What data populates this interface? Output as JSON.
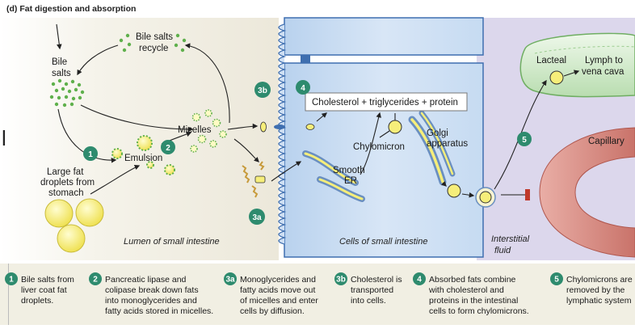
{
  "panel_title": "(d) Fat digestion and absorption",
  "labels": {
    "bile_salts_recycle": [
      "Bile salts",
      "recycle"
    ],
    "bile_salts": [
      "Bile",
      "salts"
    ],
    "micelles": "Micelles",
    "emulsion": "Emulsion",
    "large_fat": [
      "Large fat",
      "droplets from",
      "stomach"
    ],
    "lumen": "Lumen of small intestine",
    "cells": "Cells of small intestine",
    "interstitial": [
      "Interstitial",
      "fluid"
    ],
    "cholesterol_box": "Cholesterol + triglycerides + protein",
    "chylomicron": "Chylomicron",
    "golgi": [
      "Golgi",
      "apparatus"
    ],
    "smooth_er": [
      "Smooth",
      "ER"
    ],
    "lacteal": "Lacteal",
    "lymph": [
      "Lymph to",
      "vena cava"
    ],
    "capillary": "Capillary",
    "edge_glyph": "l"
  },
  "markers": {
    "m1": "1",
    "m2": "2",
    "m3a": "3a",
    "m3b": "3b",
    "m4": "4",
    "m5": "5"
  },
  "steps": [
    {
      "num": "1",
      "lines": [
        "Bile salts from",
        "liver coat fat",
        "droplets."
      ]
    },
    {
      "num": "2",
      "lines": [
        "Pancreatic lipase and",
        "colipase break down fats",
        "into monoglycerides and",
        "fatty acids stored in micelles."
      ]
    },
    {
      "num": "3a",
      "lines": [
        "Monoglycerides and",
        "fatty  acids move out",
        "of micelles and enter",
        "cells by diffusion."
      ]
    },
    {
      "num": "3b",
      "lines": [
        "Cholesterol is",
        "transported",
        "into cells."
      ]
    },
    {
      "num": "4",
      "lines": [
        "Absorbed fats combine",
        "with cholesterol and",
        "proteins in the intestinal",
        "cells to form chylomicrons."
      ]
    },
    {
      "num": "5",
      "lines": [
        "Chylomicrons are",
        "removed by the",
        "lymphatic system"
      ]
    }
  ],
  "colors": {
    "lumen_bg": "#f3f1e8",
    "cell_bg": "#cfe0f4",
    "cell_edge": "#3f6fb0",
    "interstitial_bg": "#dcd7ec",
    "step_teal": "#2e8b6e",
    "fat_yellow": "#f6ee7a",
    "lacteal_green": "#d9efd4",
    "capillary_red": "#d98a82",
    "legend_bg": "#f1efe3"
  }
}
